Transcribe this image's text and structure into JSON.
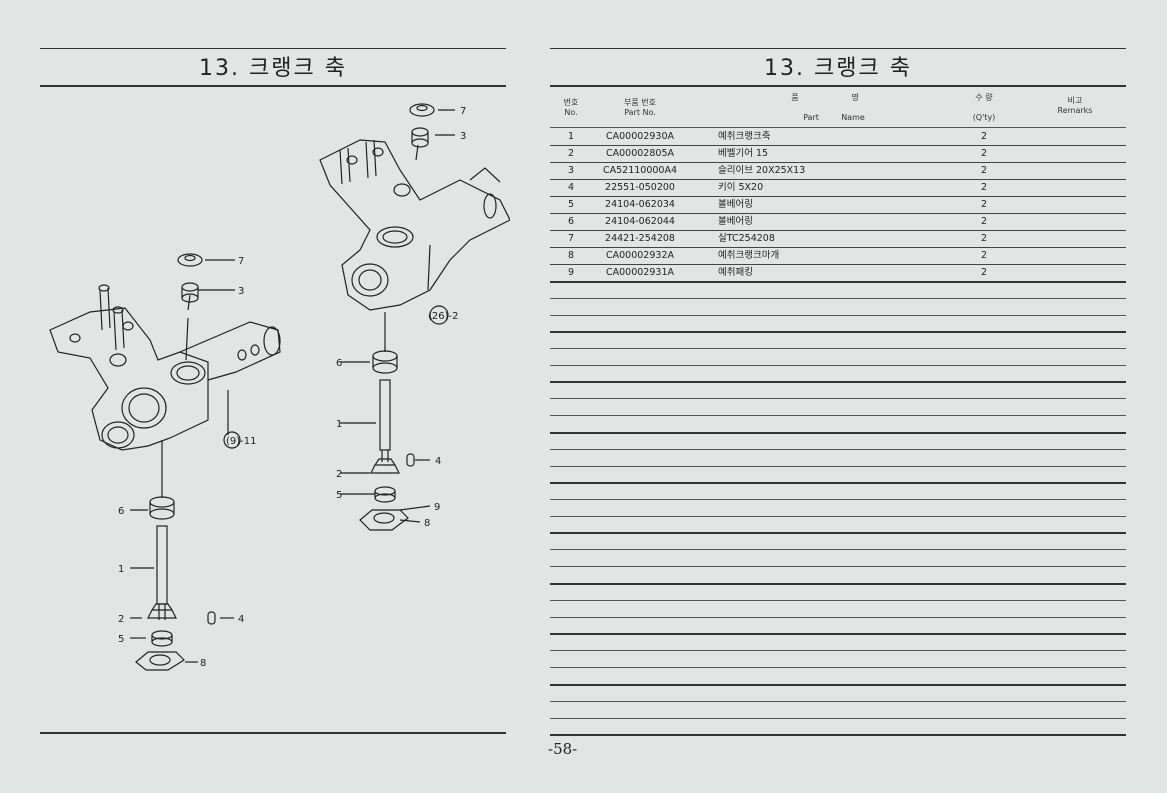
{
  "left_page": {
    "title": "13. 크랭크 축"
  },
  "right_page": {
    "title": "13. 크랭크 축"
  },
  "table": {
    "headers": {
      "no_ko": "번호",
      "no_en": "No.",
      "part_ko": "부품 번호",
      "part_en": "Part  No.",
      "name_ko_1": "품",
      "name_ko_2": "명",
      "name_en_1": "Part",
      "name_en_2": "Name",
      "qty_ko": "수  량",
      "qty_en": "(Q'ty)",
      "remarks_ko": "비고",
      "remarks_en": "Remarks"
    },
    "rows": [
      {
        "no": "1",
        "part": "CA00002930A",
        "name": "예취크랭크축",
        "qty": "2"
      },
      {
        "no": "2",
        "part": "CA00002805A",
        "name": "베벨기어 15",
        "qty": "2"
      },
      {
        "no": "3",
        "part": "CA52110000A4",
        "name": "슬리이브 20X25X13",
        "qty": "2"
      },
      {
        "no": "4",
        "part": "22551-050200",
        "name": "키이 5X20",
        "qty": "2"
      },
      {
        "no": "5",
        "part": "24104-062034",
        "name": "볼베어링",
        "qty": "2"
      },
      {
        "no": "6",
        "part": "24104-062044",
        "name": "볼베어링",
        "qty": "2"
      },
      {
        "no": "7",
        "part": "24421-254208",
        "name": "실TC254208",
        "qty": "2"
      },
      {
        "no": "8",
        "part": "CA00002932A",
        "name": "예취크랭크마개",
        "qty": "2"
      },
      {
        "no": "9",
        "part": "CA00002931A",
        "name": "예취패킹",
        "qty": "2"
      }
    ]
  },
  "diagram": {
    "left_callouts": [
      "7",
      "3",
      "6",
      "1",
      "2",
      "5",
      "4",
      "8"
    ],
    "left_reference": "(9)-11",
    "right_callouts": [
      "7",
      "3",
      "6",
      "1",
      "2",
      "5",
      "4",
      "9",
      "8"
    ],
    "right_reference": "(26)-2"
  },
  "page_number": "-58-"
}
